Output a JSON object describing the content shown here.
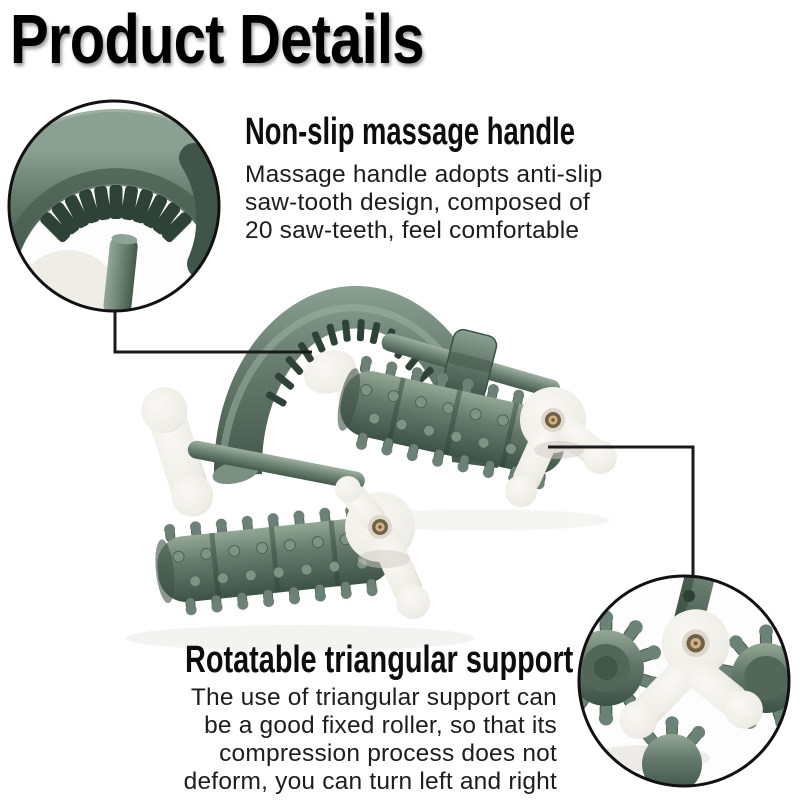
{
  "title": "Product Details",
  "features": {
    "handle": {
      "heading": "Non-slip massage handle",
      "body_lines": [
        "Massage handle adopts anti-slip",
        "saw-tooth design, composed of",
        "20 saw-teeth, feel comfortable"
      ]
    },
    "support": {
      "heading": "Rotatable triangular support",
      "body_lines": [
        "The use of triangular support can",
        "be a good fixed roller, so that its",
        "compression process does not",
        "deform, you can turn left and right"
      ]
    }
  },
  "product": {
    "colors": {
      "plastic_green_light": "#8da294",
      "plastic_green": "#64796c",
      "plastic_green_dark": "#3f5449",
      "teeth_dark": "#2f4237",
      "plastic_white": "#f2f0eb",
      "rivet_brass": "#c9b584",
      "callout_line": "#1a1a1a",
      "text": "#1d1d1d",
      "background": "#ffffff"
    }
  }
}
